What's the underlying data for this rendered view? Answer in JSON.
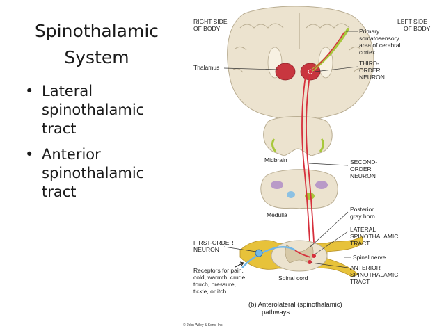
{
  "slide": {
    "title_line1": "Spinothalamic",
    "title_line2": "System",
    "bullets": [
      {
        "lines": [
          "Lateral",
          "spinothalamic",
          "tract"
        ]
      },
      {
        "lines": [
          "Anterior",
          "spinothalamic",
          "tract"
        ]
      }
    ]
  },
  "figure": {
    "labels": {
      "right_side": [
        "RIGHT SIDE",
        "OF BODY"
      ],
      "left_side": [
        "LEFT SIDE",
        "OF BODY"
      ],
      "primary_cortex": [
        "Primary",
        "somatosensory",
        "area of cerebral",
        "cortex"
      ],
      "thalamus": "Thalamus",
      "third_order": [
        "THIRD-",
        "ORDER",
        "NEURON"
      ],
      "midbrain": "Midbrain",
      "second_order": [
        "SECOND-",
        "ORDER",
        "NEURON"
      ],
      "medulla": "Medulla",
      "posterior_horn": [
        "Posterior",
        "gray horn"
      ],
      "lateral_tract": [
        "LATERAL",
        "SPINOTHALAMIC",
        "TRACT"
      ],
      "spinal_nerve": "Spinal nerve",
      "anterior_tract": [
        "ANTERIOR",
        "SPINOTHALAMIC",
        "TRACT"
      ],
      "first_order": [
        "FIRST-ORDER",
        "NEURON"
      ],
      "receptors": [
        "Receptors for pain,",
        "cold, warmth, crude",
        "touch, pressure,",
        "tickle, or itch"
      ],
      "spinal_cord": "Spinal cord"
    },
    "caption": [
      "(b)  Anterolateral (spinothalamic)",
      "pathways"
    ],
    "copyright": "© John Wiley & Sons, Inc."
  },
  "colors": {
    "pathway": "#d6303c",
    "tissue": "#ece3cf",
    "tissue_edge": "#b9ad92",
    "thalamus": "#c8363f",
    "cortex_green": "#a8c83c",
    "nerve_yellow": "#e7c23a",
    "first_order_blue": "#6fb6e8"
  }
}
